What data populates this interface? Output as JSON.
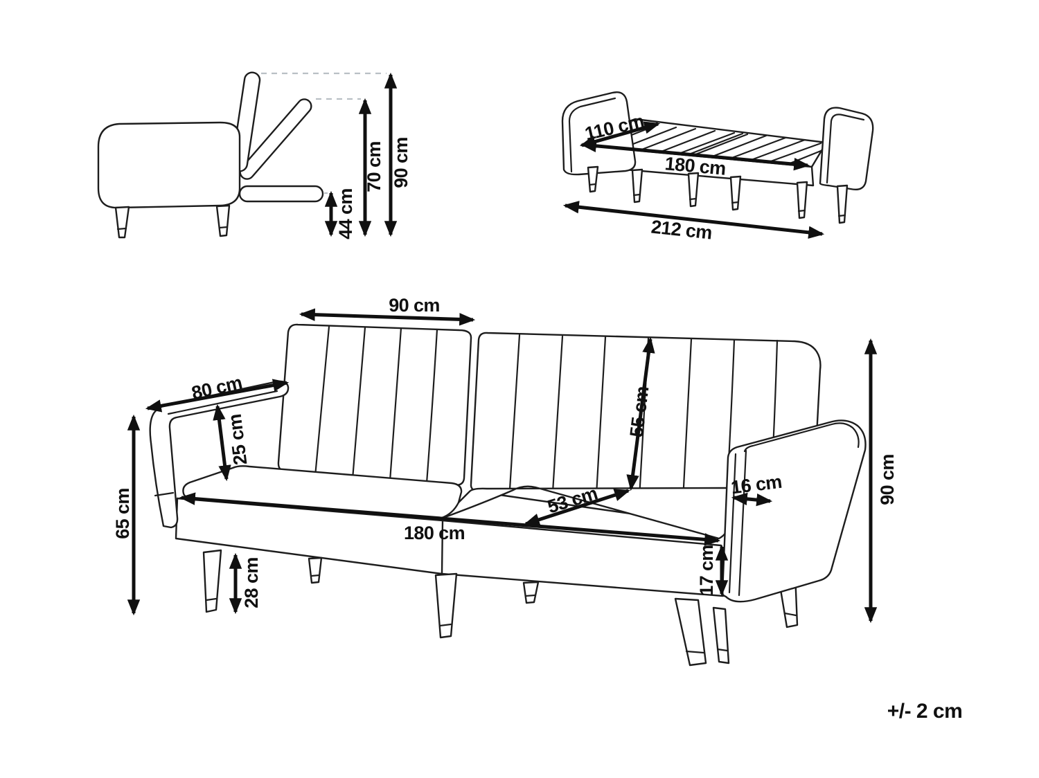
{
  "tolerance_note": "+/- 2 cm",
  "side_view": {
    "dims": {
      "platform_height": "44 cm",
      "backrest_mid_height": "70 cm",
      "backrest_top_height": "90 cm"
    }
  },
  "bed_view": {
    "dims": {
      "bed_width": "110 cm",
      "mattress_length": "180 cm",
      "total_length": "212 cm"
    }
  },
  "front_view": {
    "dims": {
      "backrest_section_width": "90 cm",
      "armrest_length": "80 cm",
      "armrest_above_seat": "25 cm",
      "armrest_height": "65 cm",
      "leg_height": "28 cm",
      "seat_width": "180 cm",
      "seat_depth": "53 cm",
      "backrest_height": "55 cm",
      "armrest_thickness": "16 cm",
      "base_height": "17 cm",
      "total_height": "90 cm"
    }
  }
}
